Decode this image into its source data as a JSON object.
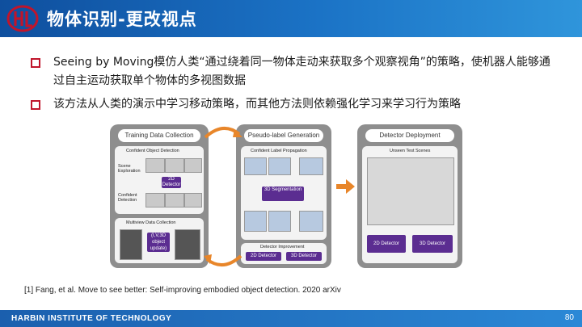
{
  "header": {
    "logo_icon": "hit-logo-icon",
    "title": "物体识别-更改视点",
    "colors": {
      "bar": "#1b73c6",
      "logo": "#c0152b"
    }
  },
  "bullets": [
    "Seeing by Moving模仿人类“通过绕着同一物体走动来获取多个观察视角”的策略，使机器人能够通过自主运动获取单个物体的多视图数据",
    "该方法从人类的演示中学习移动策略，而其他方法则依赖强化学习来学习行为策略"
  ],
  "figure": {
    "panel1": {
      "title": "Training Data Collection",
      "section1": "Confident Object Detection",
      "scene_exploration": "Scene Exploration",
      "detector_2d": "2D Detector",
      "confident_detection": "Confident Detection",
      "section2": "Multiview Data Collection",
      "multiview_label": "(I,V,3D object update)"
    },
    "panel2": {
      "title": "Pseudo-label Generation",
      "section1": "Confident Label Propagation",
      "segmentation": "3D Segmentation",
      "section2": "Detector Improvement",
      "btn2d": "2D Detector",
      "btn3d": "3D Detector"
    },
    "panel3": {
      "title": "Detector Deployment",
      "section": "Unseen Test Scenes",
      "btn2d": "2D Detector",
      "btn3d": "3D Detector"
    },
    "colors": {
      "panel": "#8e8e8e",
      "accent": "#5b2d91",
      "arrow": "#e8862a"
    }
  },
  "citation": "[1] Fang, et al. Move to see better: Self-improving embodied object detection. 2020 arXiv",
  "footer": {
    "institute": "HARBIN INSTITUTE OF TECHNOLOGY",
    "page": "80"
  }
}
